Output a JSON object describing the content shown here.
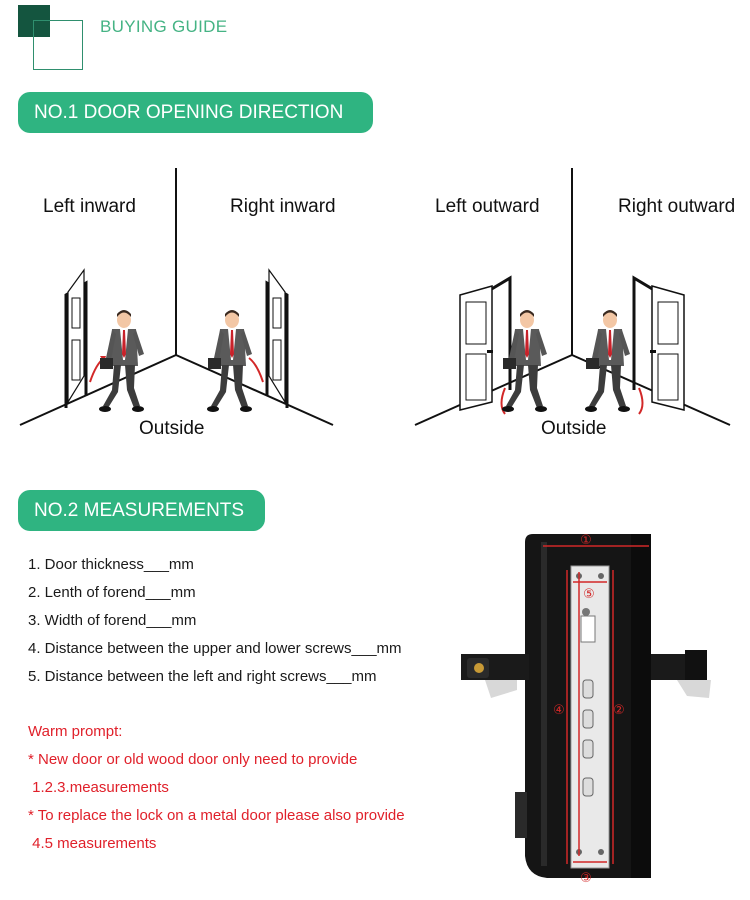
{
  "header": {
    "title": "BUYING GUIDE"
  },
  "sections": [
    {
      "label": "NO.1 DOOR OPENING DIRECTION"
    },
    {
      "label": "NO.2 MEASUREMENTS"
    }
  ],
  "directions": {
    "left_inward": "Left inward",
    "right_inward": "Right inward",
    "left_outward": "Left outward",
    "right_outward": "Right outward",
    "outside_1": "Outside",
    "outside_2": "Outside"
  },
  "measurements": [
    "1. Door thickness___mm",
    "2. Lenth of forend___mm",
    "3. Width of forend___mm",
    "4. Distance between the upper and lower screws___mm",
    "5. Distance between the left and right screws___mm"
  ],
  "warm_prompt": {
    "title": "Warm prompt:",
    "lines": [
      "* New door or old wood door only need to provide",
      " 1.2.3.measurements",
      "* To replace the lock on a metal door please also provide",
      " 4.5 measurements"
    ]
  },
  "lock_markers": [
    "①",
    "②",
    "③",
    "④",
    "⑤"
  ],
  "colors": {
    "accent": "#2fb481",
    "logo_dark": "#14553f",
    "warning": "#e0202a",
    "marker": "#d22828"
  }
}
